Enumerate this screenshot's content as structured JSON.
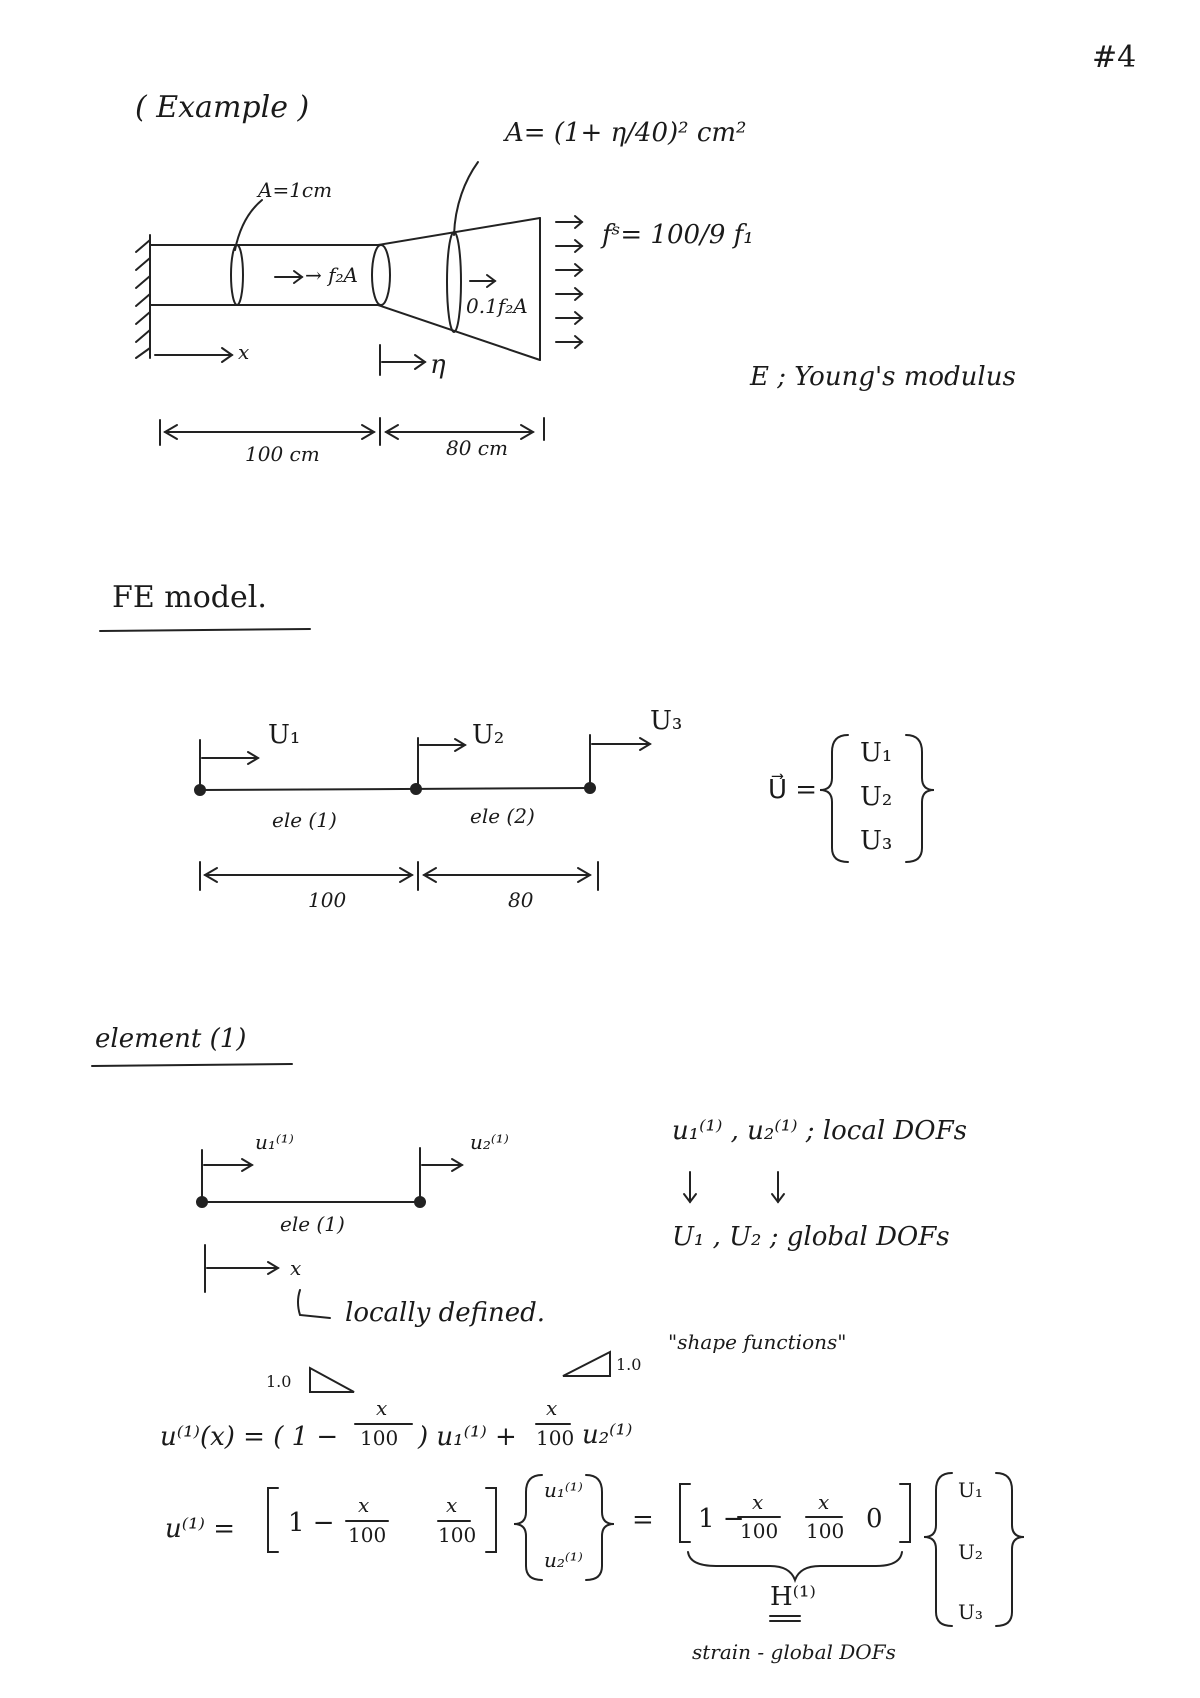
{
  "page_number": "#4",
  "example": {
    "heading": "( Example )",
    "area_right": "A= (1+ η/40)² cm²",
    "area_left": "A=1cm",
    "surface_traction": "fˢ= 100/9 f₁",
    "body_force_1": "→ f₂A",
    "body_force_2": "0.1f₂A",
    "x_label": "x",
    "eta_label": "η",
    "modulus_note": "E ; Young's modulus",
    "dim_1": "100 cm",
    "dim_2": "80 cm"
  },
  "fe_model": {
    "heading": "FE model.",
    "u1": "U₁",
    "u2": "U₂",
    "u3": "U₃",
    "ele1": "ele (1)",
    "ele2": "ele (2)",
    "len1": "100",
    "len2": "80",
    "vector_label": "U⃗ =",
    "vector": [
      "U₁",
      "U₂",
      "U₃"
    ]
  },
  "element": {
    "heading": "element (1)",
    "u1_local": "u₁⁽¹⁾",
    "u2_local": "u₂⁽¹⁾",
    "ele_label": "ele (1)",
    "x_label": "x",
    "locally_defined": "locally defined.",
    "local_dofs": "u₁⁽¹⁾ , u₂⁽¹⁾ ; local DOFs",
    "global_dofs": "U₁ , U₂ ; global DOFs",
    "shape_functions": "\"shape functions\"",
    "tri_label_1": "1.0",
    "tri_label_2": "1.0"
  },
  "equations": {
    "eq1_lhs": "u⁽¹⁾(x) = ( 1 −",
    "eq1_frac_num": "x",
    "eq1_frac_den": "100",
    "eq1_mid": ") u₁⁽¹⁾ +",
    "eq1_frac2_num": "x",
    "eq1_frac2_den": "100",
    "eq1_end": "u₂⁽¹⁾",
    "eq2_lhs": "u⁽¹⁾ =",
    "eq2_one_minus": "1 −",
    "eq2_num_a": "x",
    "eq2_den_a": "100",
    "eq2_num_b": "x",
    "eq2_den_b": "100",
    "eq2_vec_1": "u₁⁽¹⁾",
    "eq2_vec_2": "u₂⁽¹⁾",
    "eq2_equals": "=",
    "eq2_one_minus_g": "1 −",
    "eq2_num_c": "x",
    "eq2_den_c": "100",
    "eq2_num_d": "x",
    "eq2_den_d": "100",
    "eq2_zero": "0",
    "eq2_gvec": [
      "U₁",
      "U₂",
      "U₃"
    ],
    "h_label": "H⁽¹⁾",
    "h_caption": "strain - global DOFs"
  }
}
